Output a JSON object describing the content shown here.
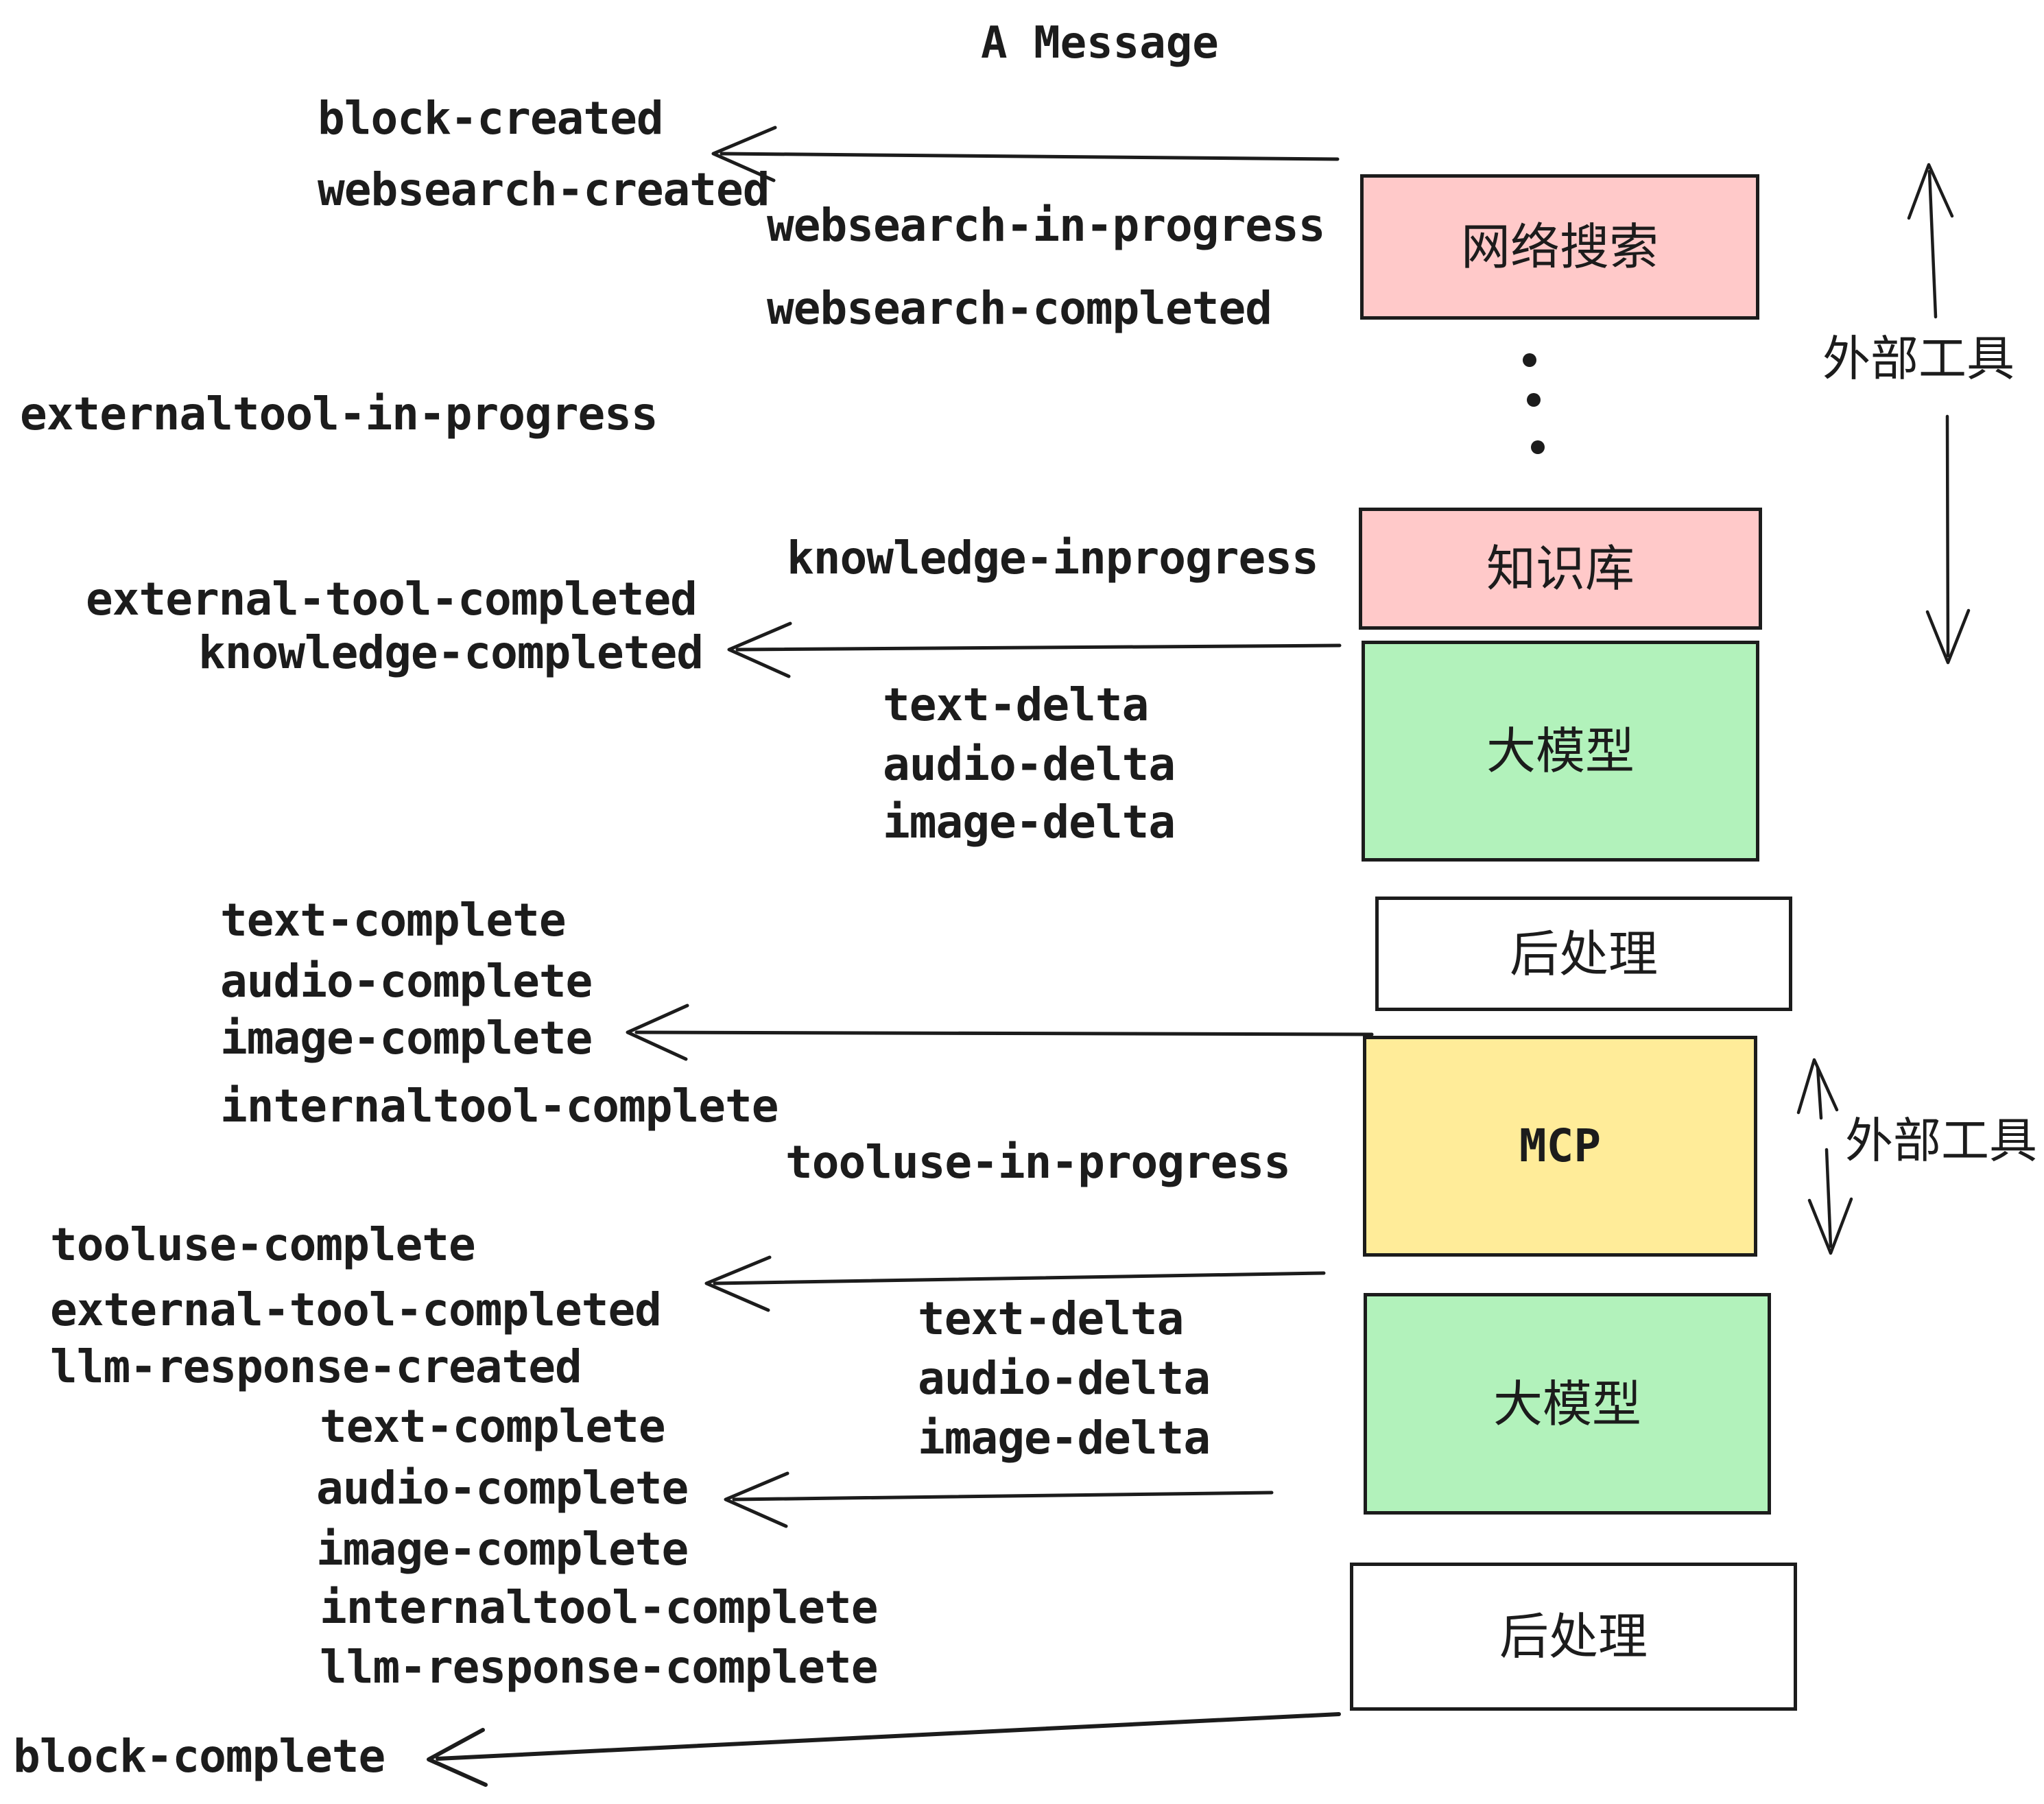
{
  "title": "A Message",
  "colors": {
    "ink": "#1c1c1c",
    "pink_box": "#ffc9c9",
    "green_box": "#b2f2bb",
    "yellow_box": "#ffec99",
    "white_box": "#ffffff"
  },
  "events": [
    {
      "label": "block-created"
    },
    {
      "label": "websearch-created"
    },
    {
      "label": "websearch-in-progress"
    },
    {
      "label": "websearch-completed"
    },
    {
      "label": "externaltool-in-progress"
    },
    {
      "label": "knowledge-inprogress"
    },
    {
      "label": "external-tool-completed"
    },
    {
      "label": "knowledge-completed"
    },
    {
      "label": "text-delta"
    },
    {
      "label": "audio-delta"
    },
    {
      "label": "image-delta"
    },
    {
      "label": "text-complete"
    },
    {
      "label": "audio-complete"
    },
    {
      "label": "image-complete"
    },
    {
      "label": "internaltool-complete"
    },
    {
      "label": "tooluse-in-progress"
    },
    {
      "label": "tooluse-complete"
    },
    {
      "label": "external-tool-completed"
    },
    {
      "label": "llm-response-created"
    },
    {
      "label": "text-delta"
    },
    {
      "label": "audio-delta"
    },
    {
      "label": "image-delta"
    },
    {
      "label": "text-complete"
    },
    {
      "label": "audio-complete"
    },
    {
      "label": "image-complete"
    },
    {
      "label": "internaltool-complete"
    },
    {
      "label": "llm-response-complete"
    },
    {
      "label": "block-complete"
    }
  ],
  "boxes": [
    {
      "label": "网络搜索",
      "color": "#ffc9c9"
    },
    {
      "label": "知识库",
      "color": "#ffc9c9"
    },
    {
      "label": "大模型",
      "color": "#b2f2bb"
    },
    {
      "label": "后处理",
      "color": "#ffffff"
    },
    {
      "label": "MCP",
      "color": "#ffec99"
    },
    {
      "label": "大模型",
      "color": "#b2f2bb"
    },
    {
      "label": "后处理",
      "color": "#ffffff"
    }
  ],
  "side_labels": [
    {
      "label": "外部工具"
    },
    {
      "label": "外部工具"
    }
  ]
}
